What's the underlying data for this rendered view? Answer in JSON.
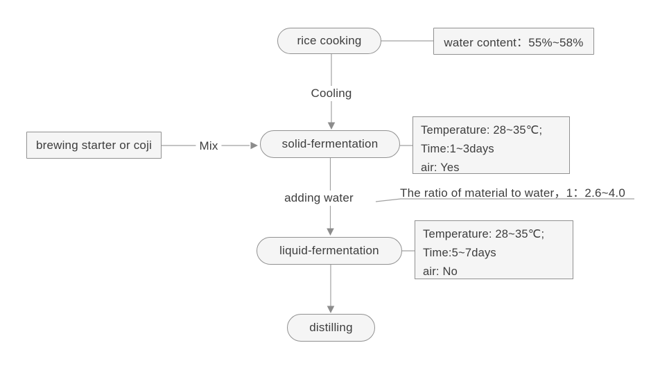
{
  "diagram": {
    "nodes": {
      "rice_cooking": "rice cooking",
      "brewing_starter": "brewing starter or coji",
      "solid_fermentation": "solid-fermentation",
      "liquid_fermentation": "liquid-fermentation",
      "distilling": "distilling"
    },
    "edge_labels": {
      "cooling": "Cooling",
      "mix": "Mix",
      "adding_water": "adding water"
    },
    "annotations": {
      "water_content": "water content：55%~58%",
      "solid_conditions": [
        "Temperature: 28~35℃;",
        "Time:1~3days",
        "air: Yes"
      ],
      "liquid_conditions": [
        "Temperature: 28~35℃;",
        "Time:5~7days",
        "air: No"
      ],
      "ratio_note": "The ratio of material to water，1：2.6~4.0"
    },
    "colors": {
      "background": "#ffffff",
      "node_fill": "#f5f5f5",
      "node_border": "#909090",
      "connector": "#a0a0a0",
      "arrowhead": "#8c8c8c",
      "text": "#3d3d3d"
    }
  }
}
